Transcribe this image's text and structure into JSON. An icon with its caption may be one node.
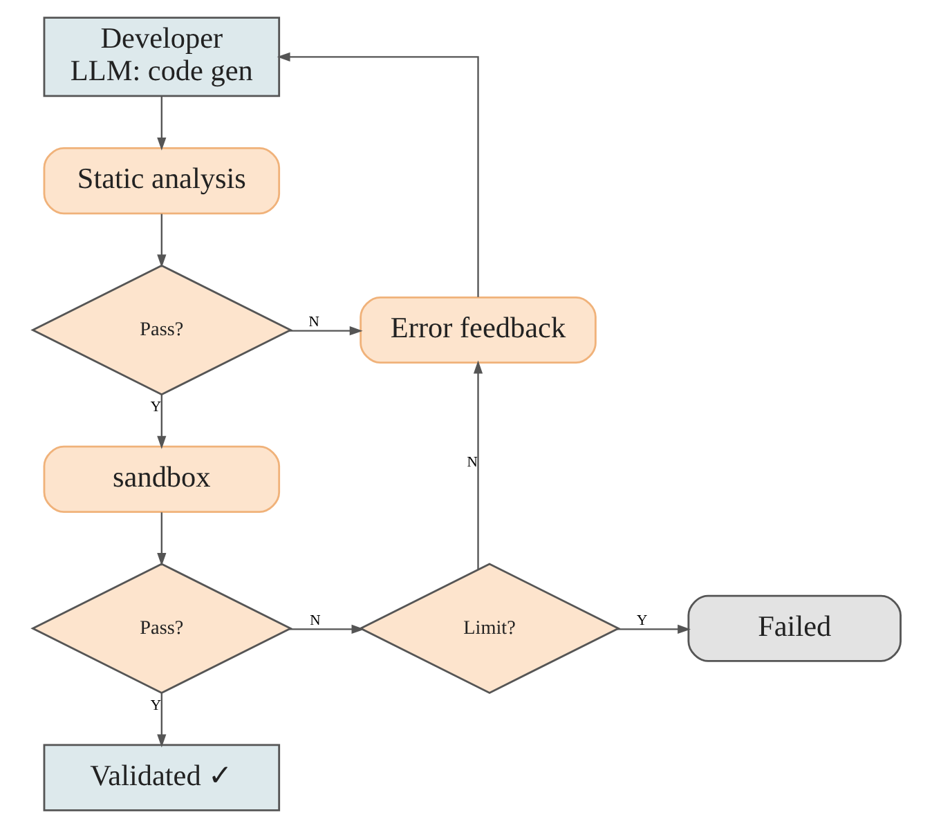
{
  "diagram": {
    "nodes": [
      {
        "text": [
          "Developer",
          "LLM: code gen"
        ]
      },
      {
        "text": [
          "Static analysis"
        ]
      },
      {
        "text": [
          "Pass?"
        ]
      },
      {
        "text": [
          "Error feedback"
        ]
      },
      {
        "text": [
          "sandbox"
        ]
      },
      {
        "text": [
          "Pass?"
        ]
      },
      {
        "text": [
          "Limit?"
        ]
      },
      {
        "text": [
          "Failed"
        ]
      },
      {
        "text": [
          "Validated ✓"
        ]
      }
    ],
    "edges": [
      {
        "from": 0,
        "to": 1,
        "arrow": "to"
      },
      {
        "from": 1,
        "to": 2,
        "arrow": "to"
      },
      {
        "from": 2,
        "to": 3,
        "arrow": "to",
        "label": "N"
      },
      {
        "from": 2,
        "to": 4,
        "arrow": "to",
        "label": "Y"
      },
      {
        "from": 3,
        "to": 0,
        "arrow": "to"
      },
      {
        "from": 4,
        "to": 5,
        "arrow": "to"
      },
      {
        "from": 5,
        "to": 6,
        "arrow": "to",
        "label": "N"
      },
      {
        "from": 6,
        "to": 7,
        "arrow": "to",
        "label": "Y"
      },
      {
        "from": 6,
        "to": 3,
        "arrow": "to",
        "label": "N"
      },
      {
        "from": 5,
        "to": 8,
        "arrow": "to",
        "label": "Y"
      }
    ]
  }
}
